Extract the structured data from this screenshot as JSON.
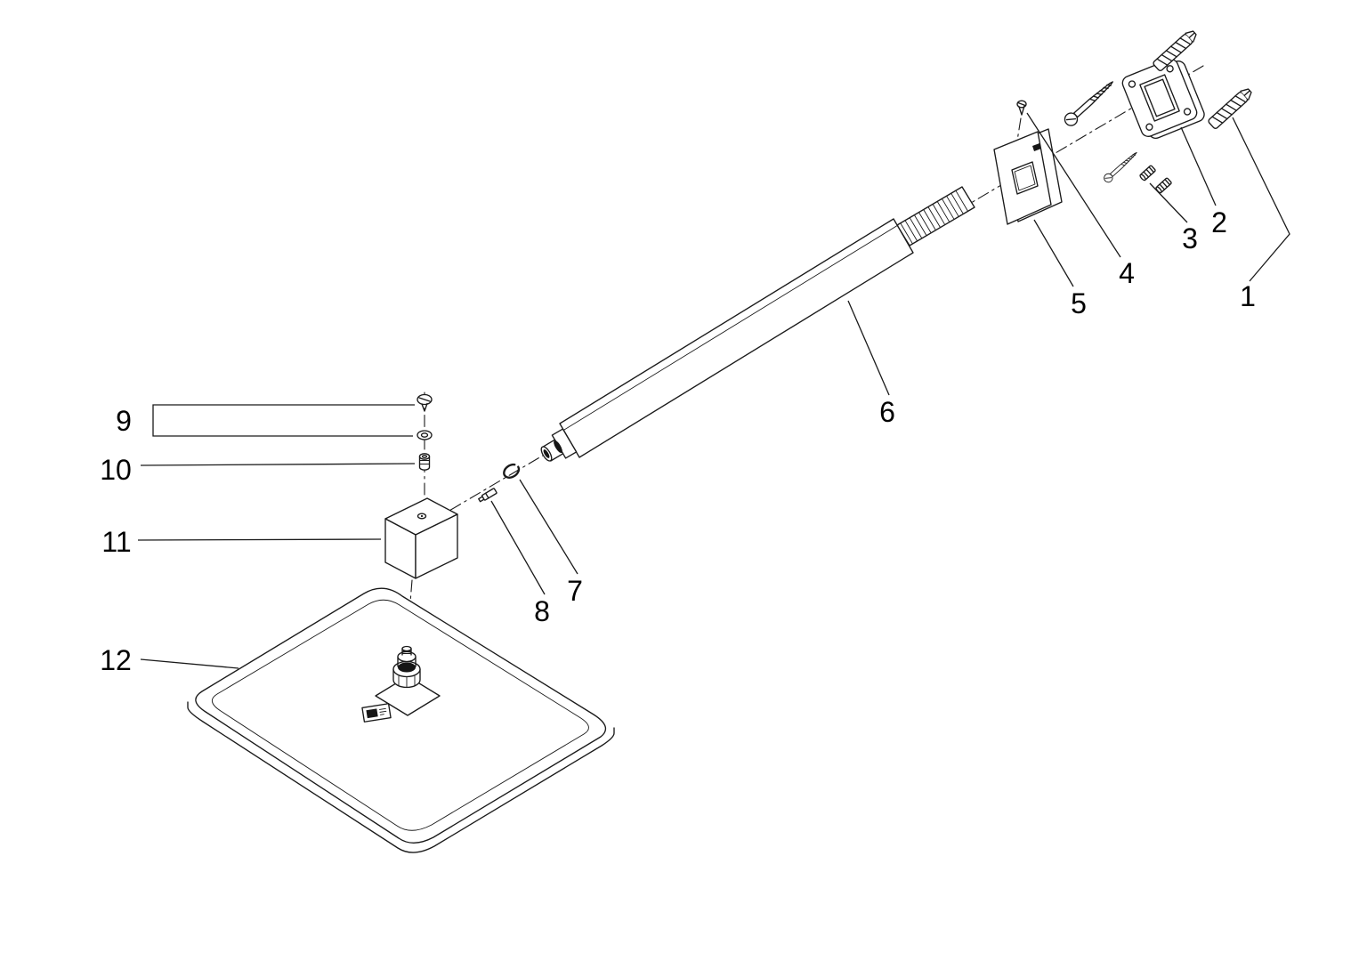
{
  "diagram": {
    "type": "exploded-parts-diagram",
    "subject": "wall-mounted rain shower head with shower arm",
    "background_color": "#ffffff",
    "line_color": "#1a1a1a",
    "part_labels": [
      "1",
      "2",
      "3",
      "4",
      "5",
      "6",
      "7",
      "8",
      "9",
      "10",
      "11",
      "12"
    ]
  }
}
